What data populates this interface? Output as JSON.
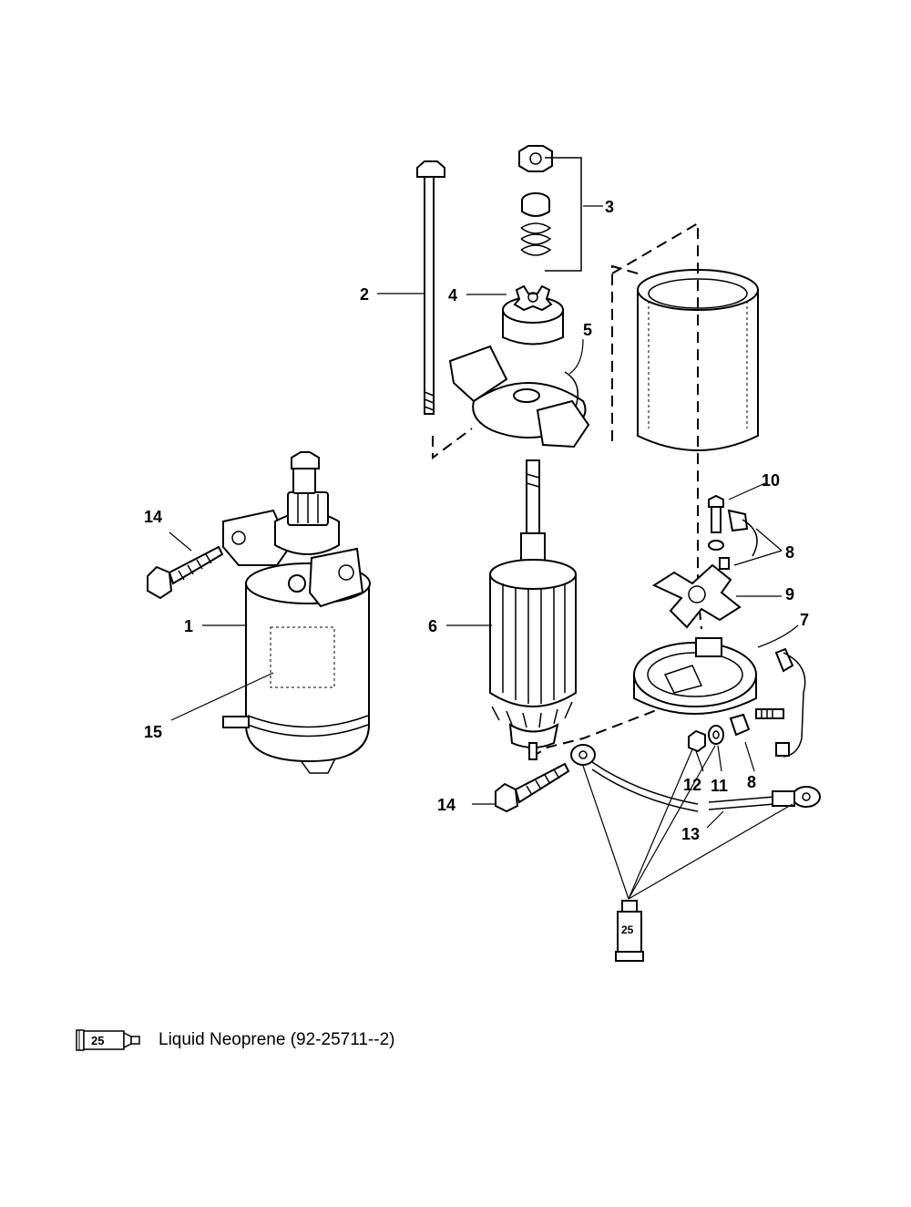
{
  "callouts": {
    "c1": "1",
    "c2": "2",
    "c3": "3",
    "c4": "4",
    "c5": "5",
    "c6": "6",
    "c7": "7",
    "c8a": "8",
    "c8b": "8",
    "c9": "9",
    "c10": "10",
    "c11": "11",
    "c12": "12",
    "c13": "13",
    "c14a": "14",
    "c14b": "14",
    "c15": "15"
  },
  "tube_label": "25",
  "legend": {
    "icon_number": "25",
    "text": "Liquid Neoprene (92-25711--2)"
  }
}
